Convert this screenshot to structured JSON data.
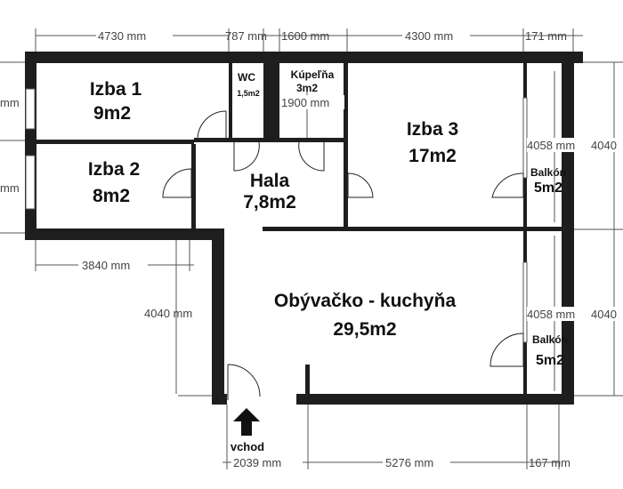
{
  "rooms": [
    {
      "name": "Izba 1",
      "area": "9m2"
    },
    {
      "name": "WC",
      "area": "1,5m2"
    },
    {
      "name": "Kúpeľňa",
      "area": "3m2"
    },
    {
      "name": "Izba 3",
      "area": "17m2"
    },
    {
      "name": "Izba 2",
      "area": "8m2"
    },
    {
      "name": "Hala",
      "area": "7,8m2"
    },
    {
      "name": "Balkón",
      "area": "5m2"
    },
    {
      "name": "Obývačko - kuchyňa",
      "area": "29,5m2"
    },
    {
      "name": "Balkón",
      "area": "5m2"
    }
  ],
  "dimensions": {
    "top": [
      "4730 mm",
      "787 mm",
      "1600 mm",
      "4300 mm",
      "171 mm"
    ],
    "bathroom_height": "1900 mm",
    "left_upper": "mm",
    "left_lower": "mm",
    "izba2_width": "3840 mm",
    "living_height": "4040 mm",
    "balcony_upper_inner": "4058 mm",
    "balcony_upper_outer": "4040",
    "balcony_lower_inner": "4058 mm",
    "balcony_lower_outer": "4040",
    "bottom": [
      "2039 mm",
      "5276 mm",
      "167 mm"
    ]
  },
  "entrance_label": "vchod"
}
